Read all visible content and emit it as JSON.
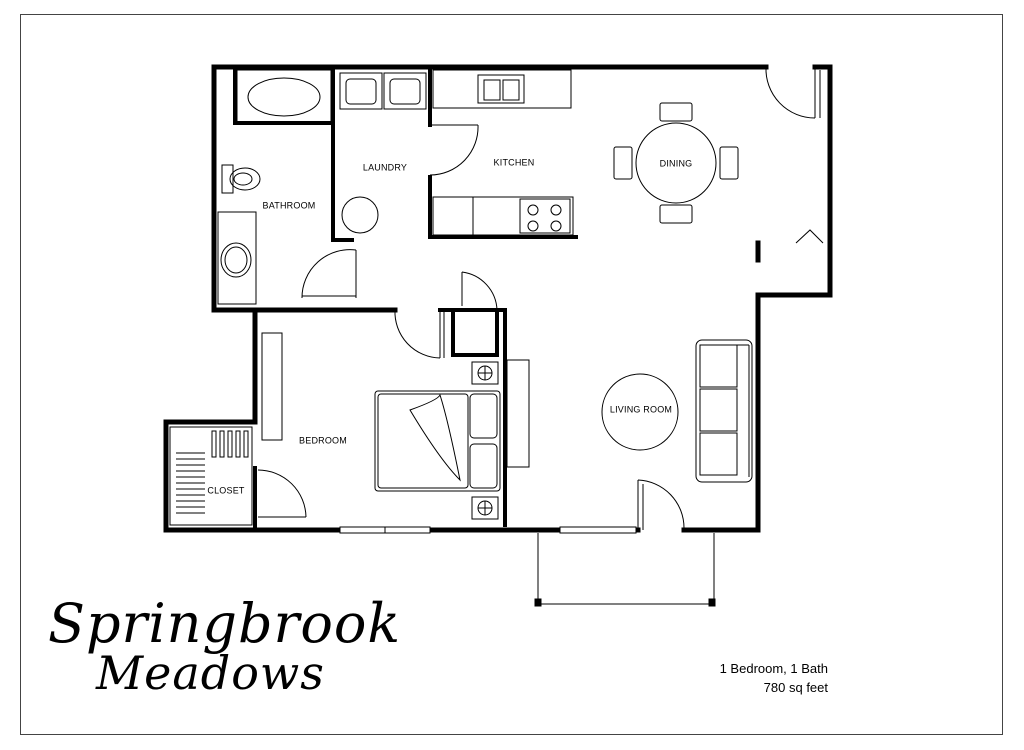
{
  "rooms": {
    "bathroom": "BATHROOM",
    "laundry": "LAUNDRY",
    "kitchen": "KITCHEN",
    "dining": "DINING",
    "bedroom": "BEDROOM",
    "closet": "CLOSET",
    "living_room": "LIVING ROOM"
  },
  "branding": {
    "line1": "Springbrook",
    "line2": "Meadows"
  },
  "unit_info": {
    "type": "1 Bedroom, 1 Bath",
    "size": "780 sq feet"
  }
}
